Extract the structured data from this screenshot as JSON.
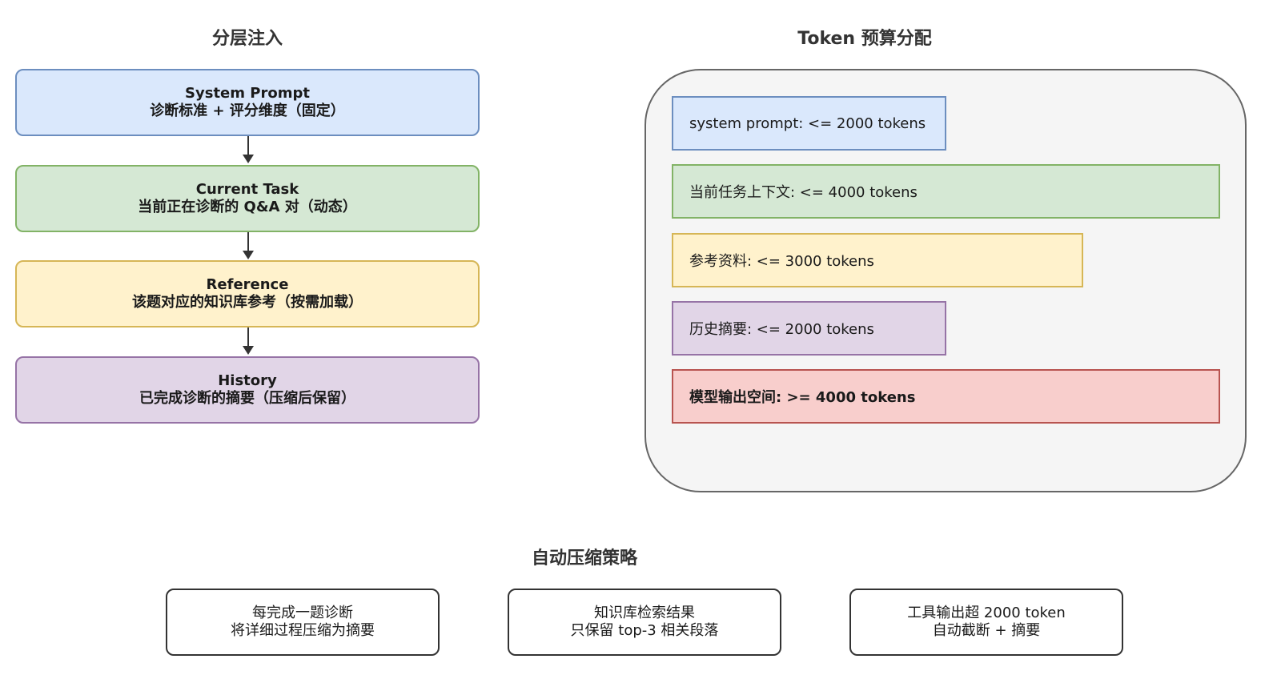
{
  "left": {
    "title": "分层注入",
    "layers": [
      {
        "name": "System Prompt",
        "desc": "诊断标准 + 评分维度（固定）",
        "fill": "#dae8fc",
        "stroke": "#6c8ebf"
      },
      {
        "name": "Current Task",
        "desc": "当前正在诊断的 Q&A 对（动态）",
        "fill": "#d5e8d4",
        "stroke": "#82b366"
      },
      {
        "name": "Reference",
        "desc": "该题对应的知识库参考（按需加载）",
        "fill": "#fff2cc",
        "stroke": "#d6b656"
      },
      {
        "name": "History",
        "desc": "已完成诊断的摘要（压缩后保留）",
        "fill": "#e1d5e7",
        "stroke": "#9673a6"
      }
    ]
  },
  "right": {
    "title": "Token 预算分配",
    "bars": [
      {
        "label": "system prompt: <= 2000 tokens",
        "fill": "#dae8fc",
        "stroke": "#6c8ebf"
      },
      {
        "label": "当前任务上下文: <= 4000 tokens",
        "fill": "#d5e8d4",
        "stroke": "#82b366"
      },
      {
        "label": "参考资料: <= 3000 tokens",
        "fill": "#fff2cc",
        "stroke": "#d6b656"
      },
      {
        "label": "历史摘要: <= 2000 tokens",
        "fill": "#e1d5e7",
        "stroke": "#9673a6"
      },
      {
        "label": "模型输出空间: >= 4000 tokens",
        "fill": "#f8cecc",
        "stroke": "#b85450"
      }
    ]
  },
  "bottom": {
    "title": "自动压缩策略",
    "strategies": [
      {
        "line1": "每完成一题诊断",
        "line2": "将详细过程压缩为摘要"
      },
      {
        "line1": "知识库检索结果",
        "line2": "只保留 top-3 相关段落"
      },
      {
        "line1": "工具输出超 2000 token",
        "line2": "自动截断 + 摘要"
      }
    ]
  }
}
